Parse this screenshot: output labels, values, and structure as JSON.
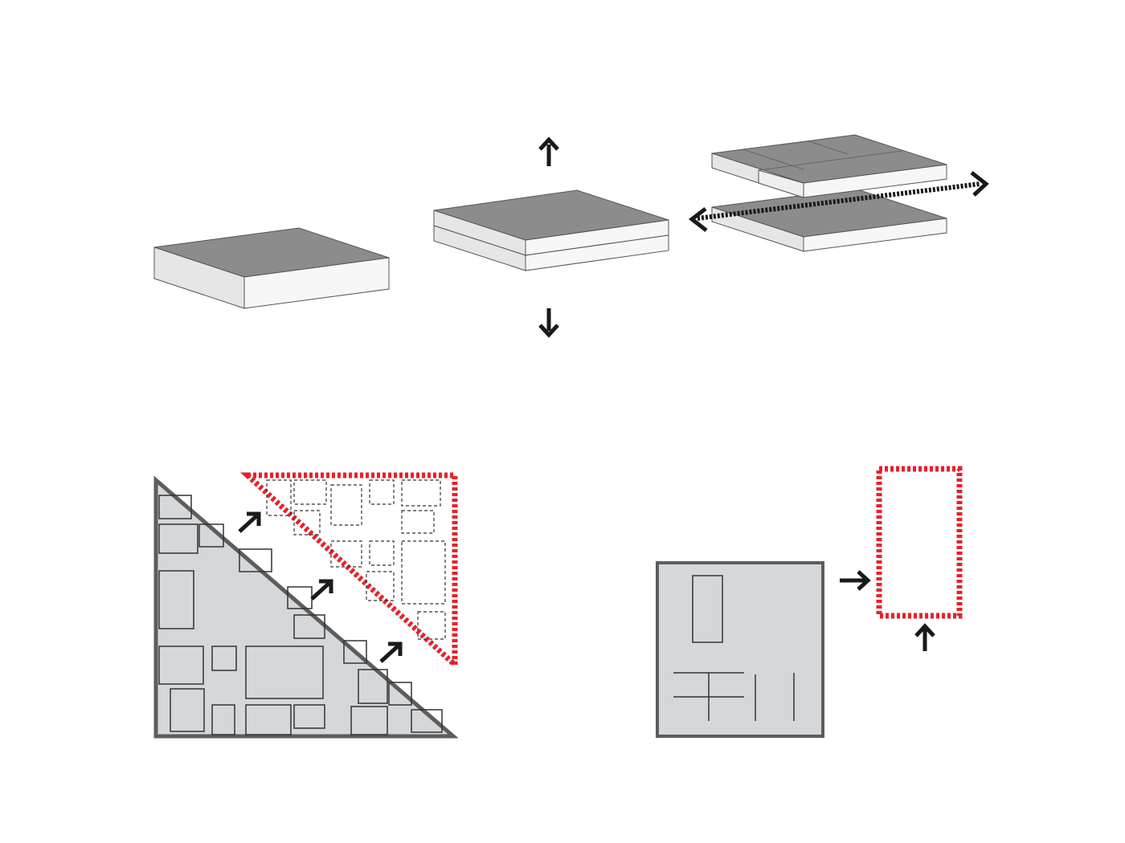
{
  "diagram": {
    "colors": {
      "top_face": "#8c8c8c",
      "side_face": "#e6e6e6",
      "outline": "#5a5a5a",
      "arrow": "#1a1a1a",
      "red_dash": "#e8202a",
      "plan_fill": "#d5d8db",
      "plan_border": "#5d5d5d",
      "room_stroke": "#333333"
    },
    "panels": [
      {
        "id": "single-slab",
        "description_icon": "slab-icon"
      },
      {
        "id": "split-slab",
        "description_icon": "vertical-split-arrows-icon"
      },
      {
        "id": "shifted-slabs",
        "description_icon": "horizontal-shift-arrow-icon"
      },
      {
        "id": "triangle-subtraction",
        "description_icon": "diagonal-arrows-icon"
      },
      {
        "id": "square-extraction",
        "description_icon": "extraction-arrows-icon"
      }
    ]
  }
}
